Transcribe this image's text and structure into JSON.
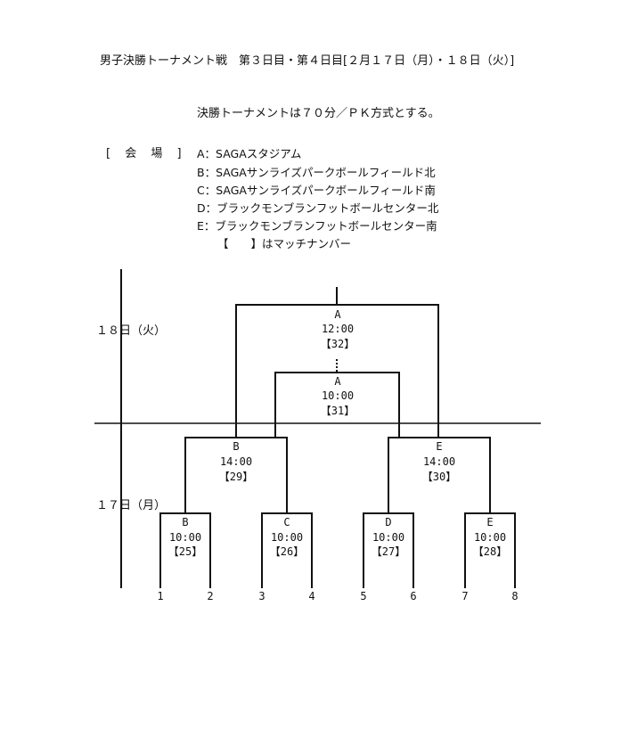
{
  "header": {
    "title": "男子決勝トーナメント戦　第３日目・第４日目[２月１７日（月）・１８日（火）]",
    "rule": "決勝トーナメントは７０分／ＰＫ方式とする。"
  },
  "venues": {
    "label": "[ 会 場 ]",
    "items": [
      "A：SAGAスタジアム",
      "B：SAGAサンライズパークボールフィールド北",
      "C：SAGAサンライズパークボールフィールド南",
      "D：ブラックモンブランフットボールセンター北",
      "E：ブラックモンブランフットボールセンター南"
    ],
    "note": "【　　】はマッチナンバー"
  },
  "days": {
    "day18": "１８日（火）",
    "day17": "１７日（月）"
  },
  "matches": [
    {
      "id": "m32",
      "venue": "A",
      "time": "12:00",
      "number": "【32】"
    },
    {
      "id": "m31",
      "venue": "A",
      "time": "10:00",
      "number": "【31】"
    },
    {
      "id": "m29",
      "venue": "B",
      "time": "14:00",
      "number": "【29】"
    },
    {
      "id": "m30",
      "venue": "E",
      "time": "14:00",
      "number": "【30】"
    },
    {
      "id": "m25",
      "venue": "B",
      "time": "10:00",
      "number": "【25】"
    },
    {
      "id": "m26",
      "venue": "C",
      "time": "10:00",
      "number": "【26】"
    },
    {
      "id": "m27",
      "venue": "D",
      "time": "10:00",
      "number": "【27】"
    },
    {
      "id": "m28",
      "venue": "E",
      "time": "10:00",
      "number": "【28】"
    }
  ],
  "slots": [
    "1",
    "2",
    "3",
    "4",
    "5",
    "6",
    "7",
    "8"
  ]
}
